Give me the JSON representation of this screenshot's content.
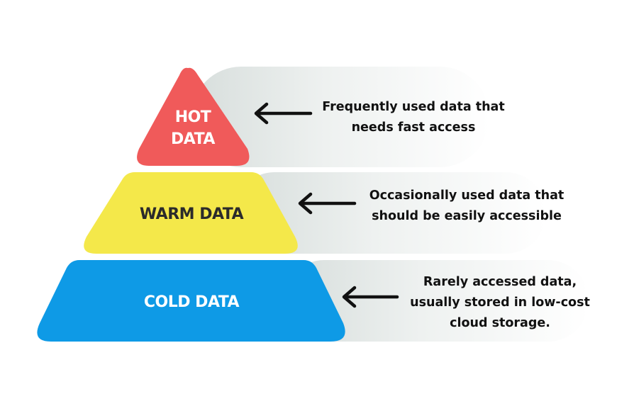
{
  "tiers": {
    "hot": {
      "label_line1": "HOT",
      "label_line2": "DATA",
      "description_line1": "Frequently used data that",
      "description_line2": "needs fast access",
      "color": "#f05a5a",
      "label_color": "#ffffff"
    },
    "warm": {
      "label": "WARM DATA",
      "description_line1": "Occasionally used data that",
      "description_line2": "should be easily accessible",
      "color": "#f4e84a",
      "label_color": "#2b2b2b"
    },
    "cold": {
      "label": "COLD DATA",
      "description_line1": "Rarely accessed data,",
      "description_line2": "usually stored in low-cost",
      "description_line3": "cloud storage.",
      "color": "#0e9ae6",
      "label_color": "#ffffff"
    }
  },
  "arrow_icon": "arrow-left-icon",
  "text_color": "#111111"
}
